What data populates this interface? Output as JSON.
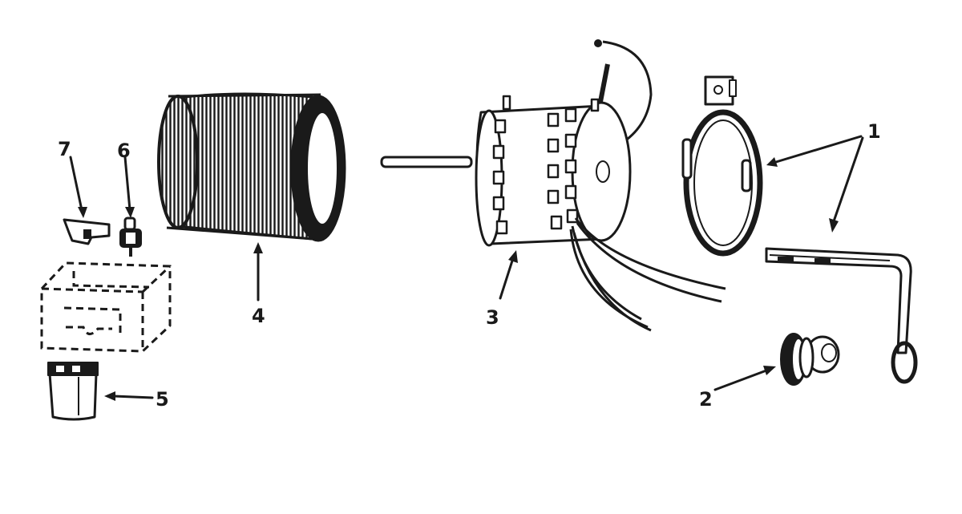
{
  "diagram": {
    "ink": "#1a1a1a",
    "paper": "#ffffff",
    "callouts": {
      "bracket": "1",
      "grommet": "2",
      "motor": "3",
      "blower_wheel": "4",
      "capacitor": "5",
      "cap_nut": "6",
      "cap_clip": "7"
    }
  }
}
